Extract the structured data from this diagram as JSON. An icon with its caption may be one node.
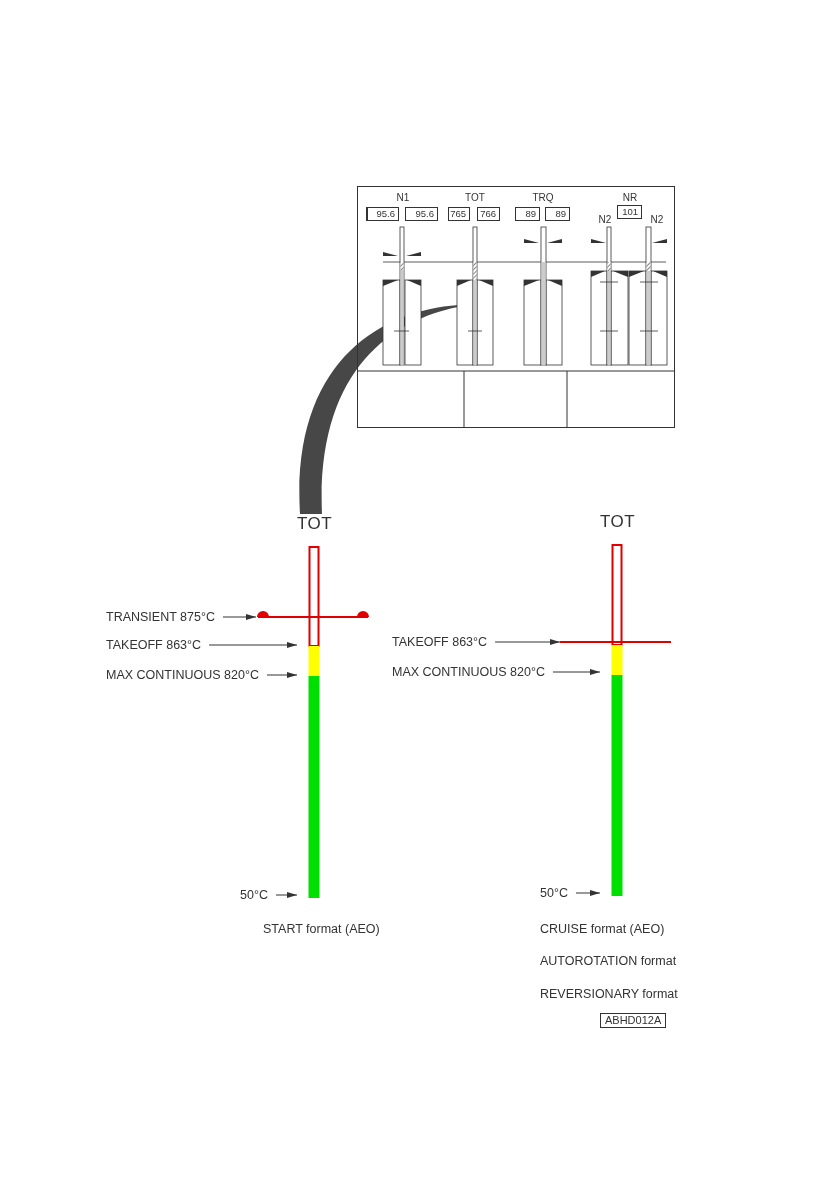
{
  "diagram": {
    "nodes": [
      {
        "text": [],
        "shape": "box"
      },
      {
        "text": [
          "95.6"
        ],
        "in": 0
      },
      {
        "text": [
          "95.6"
        ],
        "in": 0
      },
      {
        "text": [
          "765"
        ],
        "in": 0
      },
      {
        "text": [
          "766"
        ],
        "in": 0
      },
      {
        "text": [
          "89"
        ],
        "in": 0
      },
      {
        "text": [
          "89"
        ],
        "in": 0
      },
      {
        "text": [
          "101"
        ],
        "in": 0
      },
      {
        "text": [],
        "shape": "bar",
        "in": 0
      },
      {
        "text": [
          "TOT"
        ]
      },
      {
        "text": [],
        "shape": "line"
      },
      {
        "text": [
          "TRANSIENT 875°C"
        ]
      },
      {
        "text": [
          "TAKEOFF 863°C"
        ]
      },
      {
        "text": [
          "MAX CONTINUOUS 820°C"
        ]
      },
      {
        "text": [
          "50°C"
        ]
      },
      {
        "text": [
          "TOT"
        ]
      },
      {
        "text": [],
        "shape": "line"
      },
      {
        "text": [
          "TAKEOFF 863°C"
        ]
      },
      {
        "text": [
          "MAX CONTINUOUS 820°C"
        ]
      },
      {
        "text": [
          "50°C"
        ]
      }
    ],
    "edges": [
      {
        "from": 8,
        "to": 9,
        "arrow": "none",
        "style": "thick"
      },
      {
        "from": 11,
        "to": 10,
        "arrow": "to"
      },
      {
        "from": 12,
        "to": 9,
        "arrow": "to"
      },
      {
        "from": 13,
        "to": 9,
        "arrow": "to"
      },
      {
        "from": 14,
        "to": 9,
        "arrow": "to"
      },
      {
        "from": 17,
        "to": 16,
        "arrow": "to"
      },
      {
        "from": 18,
        "to": 15,
        "arrow": "to"
      },
      {
        "from": 19,
        "to": 15,
        "arrow": "to"
      }
    ],
    "labels": [
      "N1",
      "TOT",
      "TRQ",
      "NR",
      "N2",
      "N2",
      "START format (AEO)",
      "CRUISE format (AEO)",
      "AUTOROTATION format",
      "REVERSIONARY format",
      "ABHD012A"
    ]
  }
}
